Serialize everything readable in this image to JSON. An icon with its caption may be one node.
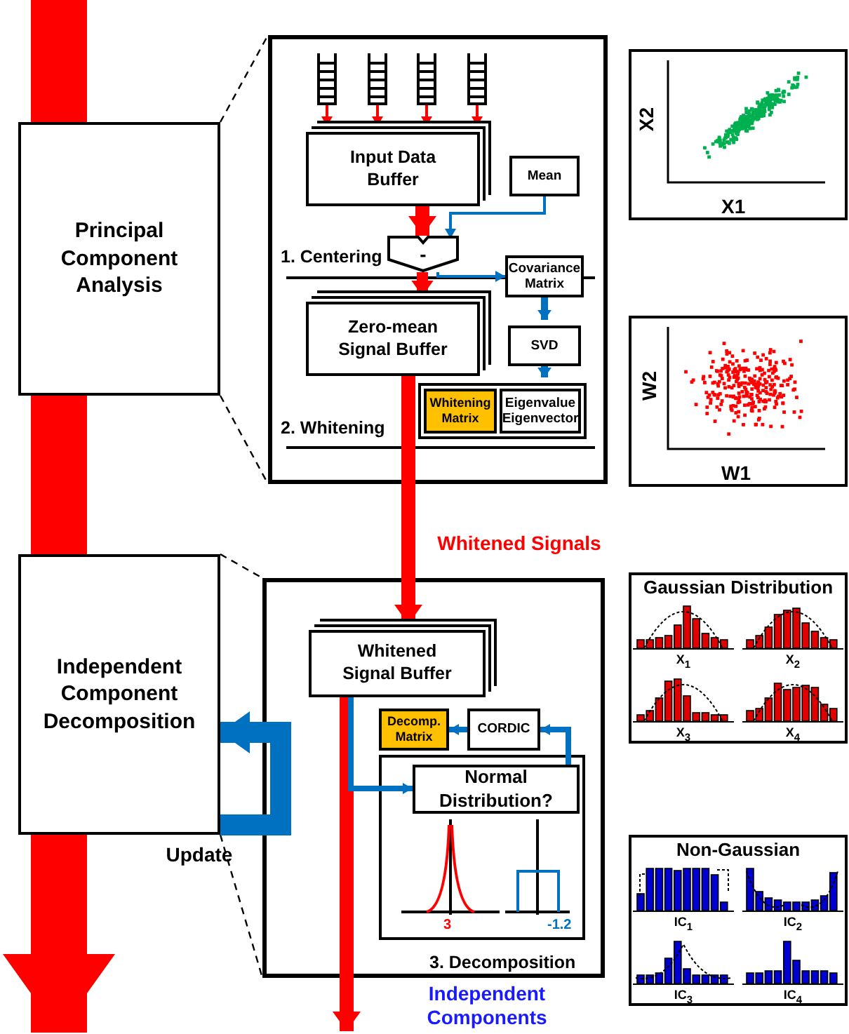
{
  "diagram": {
    "nodes": [
      {
        "text": [
          "Principal Component Analysis"
        ]
      },
      {
        "text": [
          "Independent Component Decomposition"
        ]
      },
      {
        "text": [
          "1. Centering",
          "2. Whitening"
        ]
      },
      {
        "text": [],
        "shape": "ladder",
        "in": 2
      },
      {
        "text": [],
        "shape": "ladder",
        "in": 2
      },
      {
        "text": [],
        "shape": "ladder",
        "in": 2
      },
      {
        "text": [],
        "shape": "ladder",
        "in": 2
      },
      {
        "text": [
          "Input Data Buffer"
        ],
        "in": 2
      },
      {
        "text": [
          "Mean"
        ],
        "in": 2
      },
      {
        "text": [
          "-"
        ],
        "in": 2
      },
      {
        "text": [
          "Covariance Matrix"
        ],
        "in": 2
      },
      {
        "text": [
          "Zero-mean Signal Buffer"
        ],
        "in": 2
      },
      {
        "text": [
          "SVD"
        ],
        "in": 2
      },
      {
        "text": [],
        "shape": "box",
        "in": 2
      },
      {
        "text": [
          "Whitening Matrix"
        ],
        "in": 13
      },
      {
        "text": [
          "Eigenvalue Eigenvector"
        ],
        "in": 13
      },
      {
        "text": [
          "3. Decomposition"
        ]
      },
      {
        "text": [
          "Whitened Signal Buffer"
        ],
        "in": 16
      },
      {
        "text": [
          "Decomp. Matrix"
        ],
        "in": 16
      },
      {
        "text": [
          "CORDIC"
        ],
        "in": 16
      },
      {
        "text": [
          "3",
          "-1.2"
        ],
        "in": 16
      },
      {
        "text": [
          "Normal Distribution?"
        ],
        "in": 20
      },
      {
        "text": [
          "X2",
          "X1"
        ]
      },
      {
        "text": [
          "W2",
          "W1"
        ]
      },
      {
        "text": [
          "Gaussian Distribution",
          "X$_{1}$",
          "X$_{2}$",
          "X$_{3}$",
          "X$_{4}$"
        ]
      },
      {
        "text": [
          "Non-Gaussian",
          "IC$_{1}$",
          "IC$_{2}$",
          "IC$_{3}$",
          "IC$_{4}$"
        ]
      }
    ],
    "edges": [
      {
        "from": null,
        "to": 0,
        "arrow": "none",
        "style": "thick",
        "color": "#ff0000"
      },
      {
        "from": 0,
        "to": 1,
        "arrow": "none",
        "style": "thick",
        "color": "#ff0000"
      },
      {
        "from": 1,
        "to": null,
        "arrow": "to",
        "style": "thick",
        "color": "#ff0000"
      },
      {
        "from": 0,
        "to": 2,
        "arrow": "none",
        "style": "dashed",
        "color": "#000000"
      },
      {
        "from": 0,
        "to": 2,
        "arrow": "none",
        "style": "dashed",
        "color": "#000000"
      },
      {
        "from": 1,
        "to": 16,
        "arrow": "none",
        "style": "dashed",
        "color": "#000000"
      },
      {
        "from": 1,
        "to": 16,
        "arrow": "none",
        "style": "dashed",
        "color": "#000000"
      },
      {
        "from": 3,
        "to": 7,
        "arrow": "to",
        "color": "#ff0000"
      },
      {
        "from": 4,
        "to": 7,
        "arrow": "to",
        "color": "#ff0000"
      },
      {
        "from": 5,
        "to": 7,
        "arrow": "to",
        "color": "#ff0000"
      },
      {
        "from": 6,
        "to": 7,
        "arrow": "to",
        "color": "#ff0000"
      },
      {
        "from": 7,
        "to": 9,
        "arrow": "to",
        "style": "thick",
        "color": "#ff0000"
      },
      {
        "from": 8,
        "to": 9,
        "arrow": "to",
        "color": "#0070c0"
      },
      {
        "from": 9,
        "to": 11,
        "arrow": "to",
        "style": "thick",
        "color": "#ff0000"
      },
      {
        "from": 9,
        "to": 10,
        "arrow": "to",
        "color": "#0070c0"
      },
      {
        "from": 10,
        "to": 12,
        "arrow": "to",
        "color": "#0070c0"
      },
      {
        "from": 12,
        "to": 13,
        "arrow": "to",
        "color": "#0070c0"
      },
      {
        "from": 11,
        "to": 17,
        "arrow": "to",
        "label": "Whitened Signals",
        "style": "thick",
        "color": "#ff0000"
      },
      {
        "from": 17,
        "to": null,
        "arrow": "to",
        "label": "Independent Components",
        "style": "thick",
        "color": "#ff0000"
      },
      {
        "from": 17,
        "to": 21,
        "arrow": "to",
        "color": "#0070c0"
      },
      {
        "from": 21,
        "to": 19,
        "arrow": "to",
        "color": "#0070c0"
      },
      {
        "from": 19,
        "to": 18,
        "arrow": "to",
        "color": "#0070c0"
      },
      {
        "from": 1,
        "to": 1,
        "arrow": "to",
        "label": "Update",
        "style": "thick",
        "color": "#0070c0"
      }
    ]
  }
}
